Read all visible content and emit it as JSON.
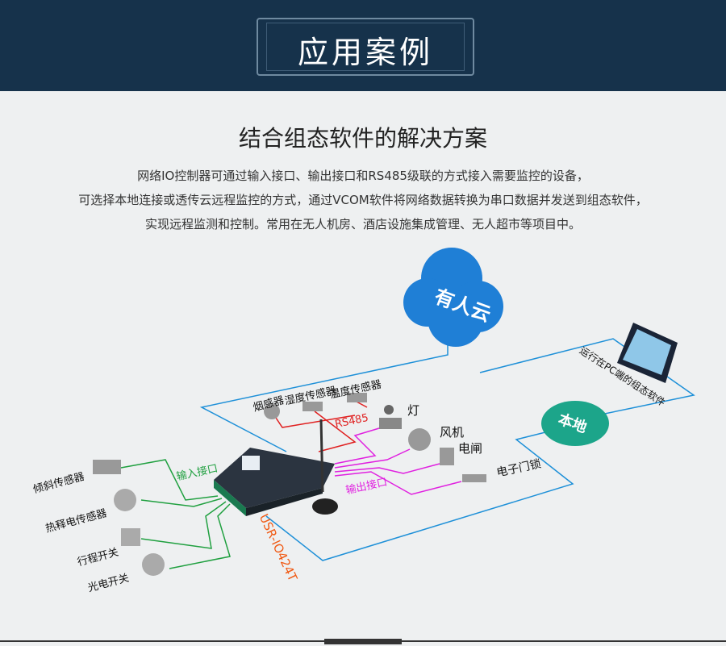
{
  "header": {
    "title": "应用案例"
  },
  "section": {
    "subtitle": "结合组态软件的解决方案",
    "lines": [
      "网络IO控制器可通过输入接口、输出接口和RS485级联的方式接入需要监控的设备，",
      "可选择本地连接或透传云远程监控的方式，通过VCOM软件将网络数据转换为串口数据并发送到组态软件，",
      "实现远程监测和控制。常用在无人机房、酒店设施集成管理、无人超市等项目中。"
    ]
  },
  "diagram": {
    "cloud": "有人云",
    "local": "本地",
    "pc_software": "运行在PC端的组态软件",
    "device_model": "USR-IO424T",
    "rs485": "RS485",
    "input_port": "输入接口",
    "output_port": "输出接口",
    "rs485_devices": [
      "烟感器",
      "湿度传感器",
      "温度传感器"
    ],
    "inputs": [
      "倾斜传感器",
      "热释电传感器",
      "行程开关",
      "光电开关"
    ],
    "outputs": [
      "灯",
      "风机",
      "电闸",
      "电子门锁"
    ],
    "colors": {
      "network": "#1e90d8",
      "rs485": "#e02020",
      "input": "#20a040",
      "output": "#e020e0",
      "model": "#f05a14",
      "cloud": "#1f7fd6",
      "local": "#1ca58a"
    }
  }
}
